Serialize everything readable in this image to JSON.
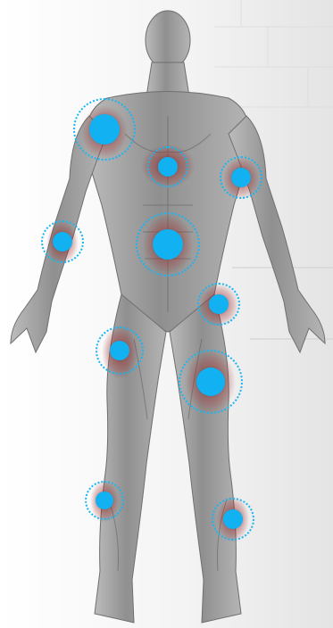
{
  "colors": {
    "hotspot_fill": "#12b2f2",
    "hotspot_ring": "#19b5f2",
    "muscle_base": "#9a9a9a",
    "muscle_highlight": "#8c1e1e",
    "background": "#ffffff"
  },
  "figure": {
    "view": "anterior",
    "icon": "muscular-body-icon"
  },
  "hotspots": [
    {
      "region": "left-shoulder"
    },
    {
      "region": "chest"
    },
    {
      "region": "right-biceps"
    },
    {
      "region": "left-forearm"
    },
    {
      "region": "abdomen"
    },
    {
      "region": "right-hip"
    },
    {
      "region": "left-thigh"
    },
    {
      "region": "right-knee"
    },
    {
      "region": "left-shin"
    },
    {
      "region": "right-calf"
    }
  ]
}
